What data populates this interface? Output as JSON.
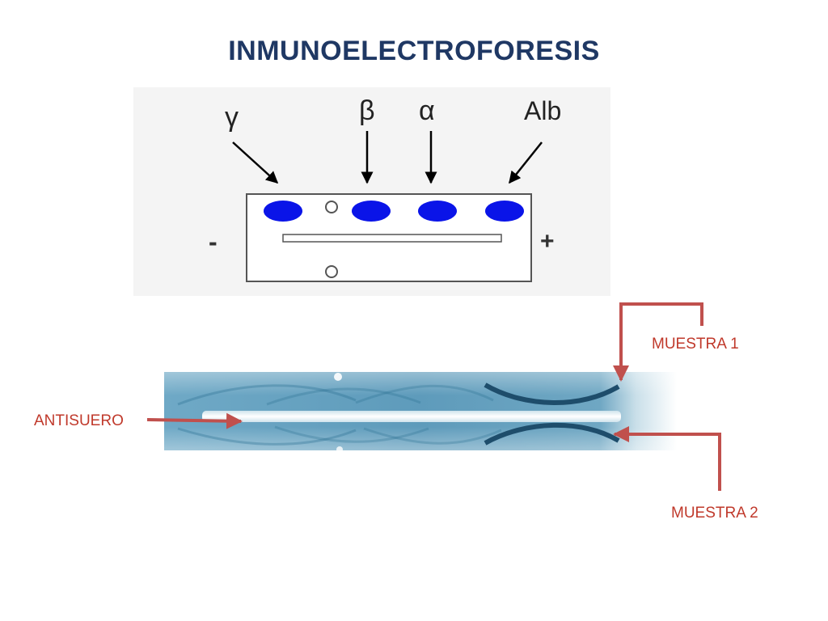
{
  "title": "INMUNOELECTROFORESIS",
  "diagram": {
    "band_labels": {
      "gamma": "γ",
      "beta": "β",
      "alpha": "α",
      "albumin": "Alb"
    },
    "pole_negative": "-",
    "pole_positive": "+"
  },
  "photo_labels": {
    "sample_1": "MUESTRA 1",
    "sample_2": "MUESTRA 2",
    "antiserum": "ANTISUERO"
  },
  "colors": {
    "title": "#1f3864",
    "wells": "#0a14e8",
    "arrows_red": "#c0504d",
    "gel_blue": "#3f86a9"
  }
}
